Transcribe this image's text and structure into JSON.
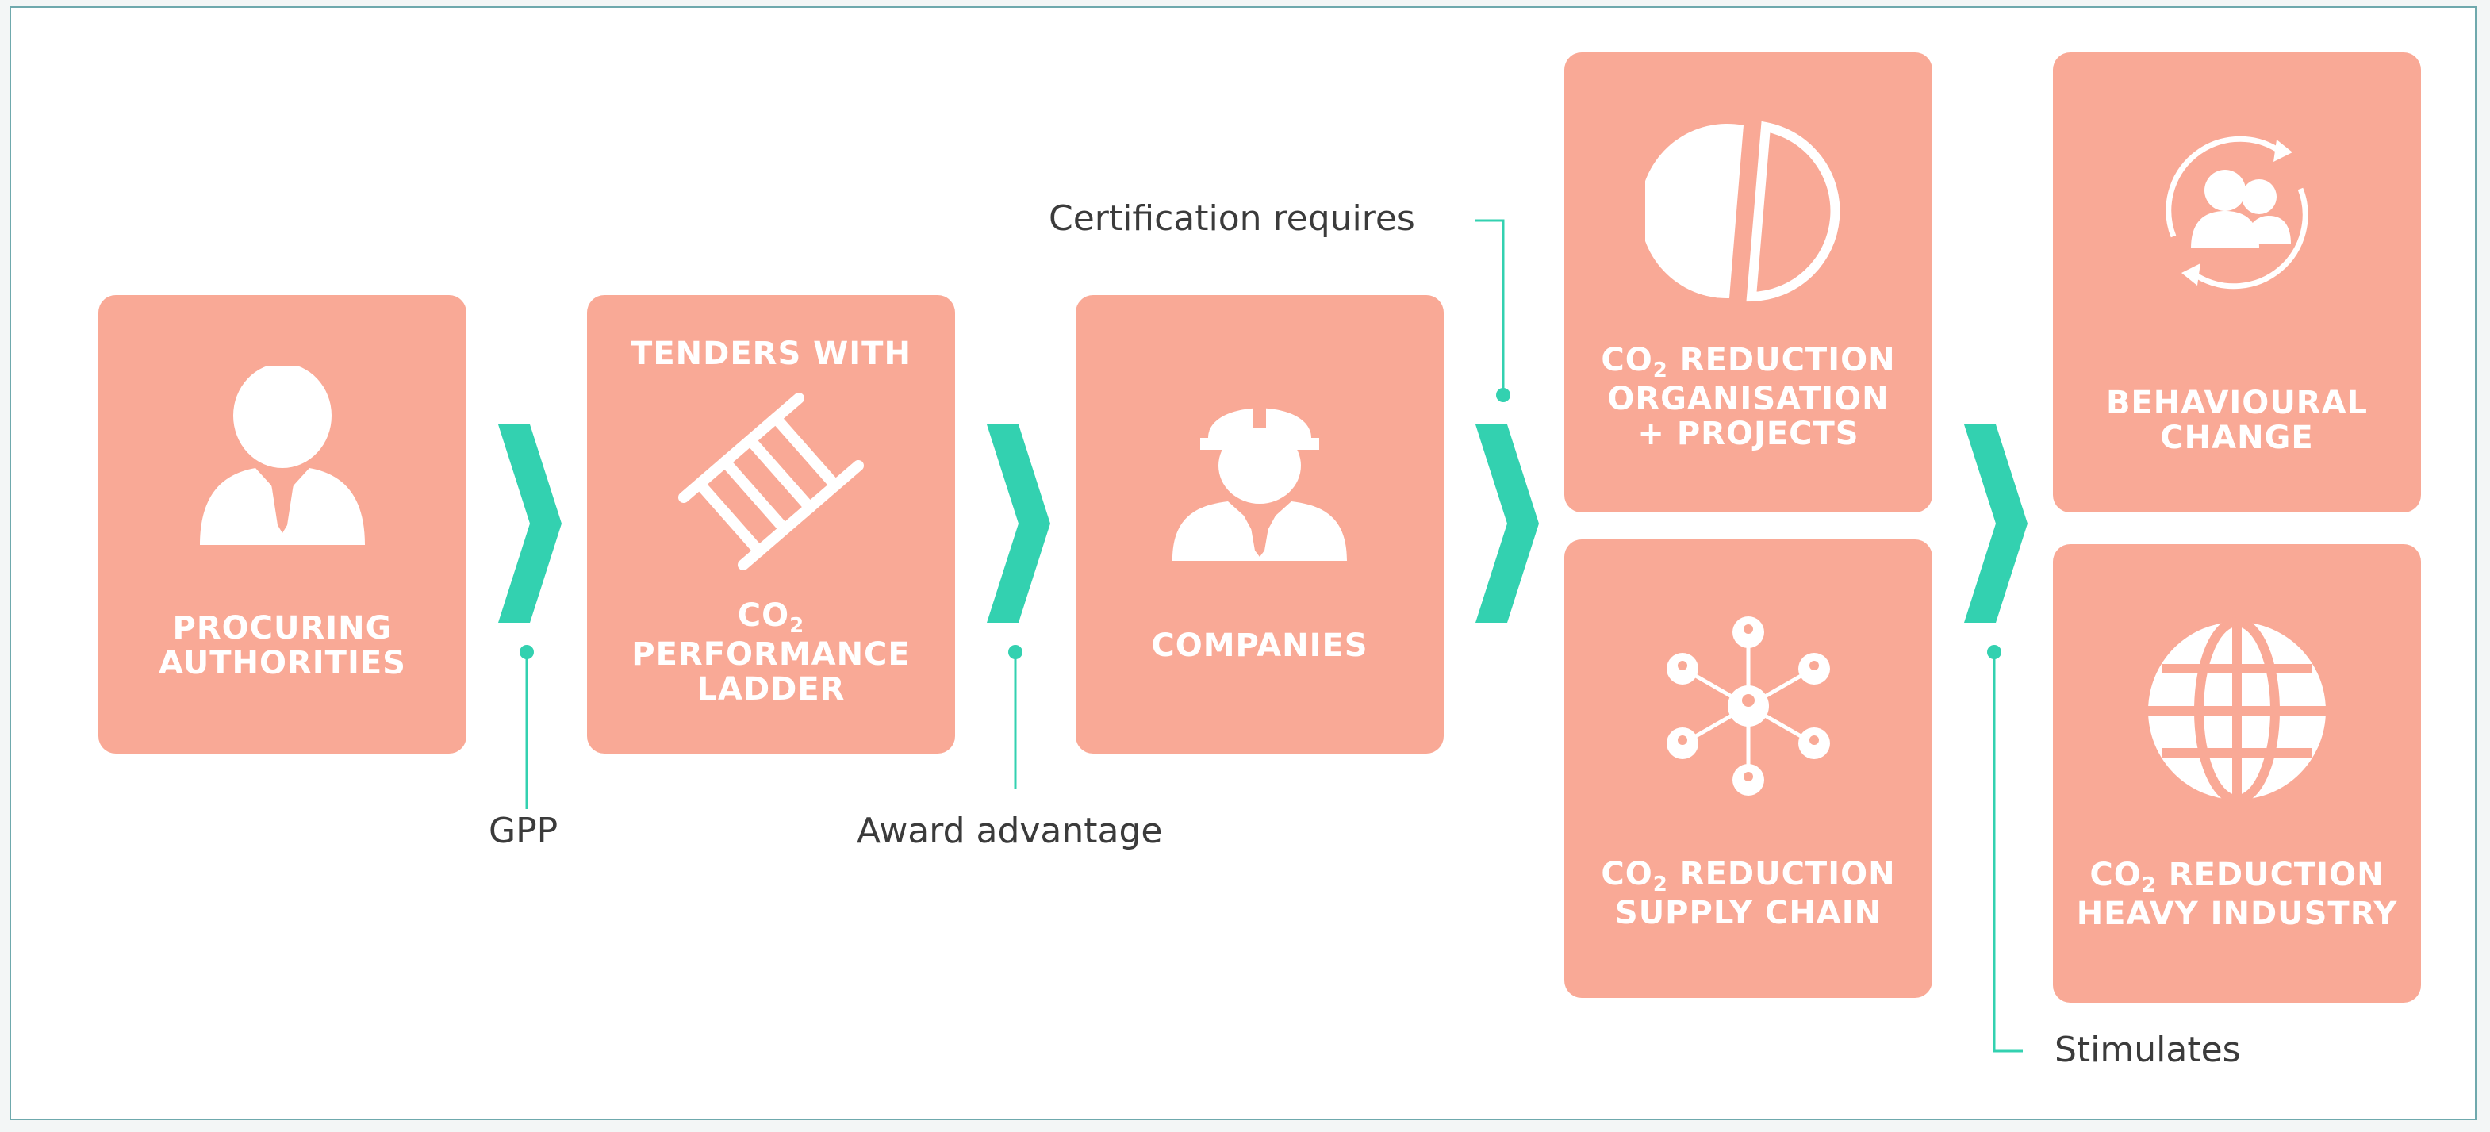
{
  "colors": {
    "card": "#f9a996",
    "accent": "#33d1b0",
    "text": "#3b3b3b"
  },
  "cards": {
    "procuring": {
      "line1": "PROCURING",
      "line2": "AUTHORITIES",
      "icon": "user-icon"
    },
    "tenders": {
      "top": "TENDERS WITH",
      "co": "CO",
      "sub": "2",
      "line2": "PERFORMANCE",
      "line3": "LADDER",
      "icon": "ladder-icon"
    },
    "companies": {
      "label": "COMPANIES",
      "icon": "worker-icon"
    },
    "organisation": {
      "co": "CO",
      "sub": "2",
      "rest": " REDUCTION",
      "line2": "ORGANISATION",
      "line3": "+ PROJECTS",
      "icon": "pie-chart-icon"
    },
    "supply": {
      "co": "CO",
      "sub": "2",
      "rest": " REDUCTION",
      "line2": "SUPPLY CHAIN",
      "icon": "network-icon"
    },
    "behaviour": {
      "line1": "BEHAVIOURAL",
      "line2": "CHANGE",
      "icon": "group-cycle-icon"
    },
    "heavy": {
      "co": "CO",
      "sub": "2",
      "rest": " REDUCTION",
      "line2": "HEAVY INDUSTRY",
      "icon": "globe-icon"
    }
  },
  "annotations": {
    "gpp": "GPP",
    "award": "Award advantage",
    "certification": "Certification requires",
    "stimulates": "Stimulates"
  }
}
